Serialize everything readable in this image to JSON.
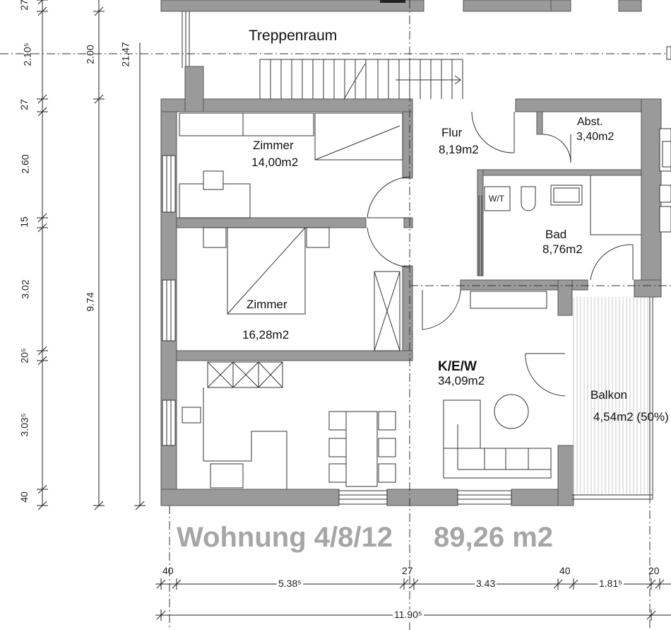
{
  "rooms": {
    "stair": {
      "name": "Treppenraum"
    },
    "room1": {
      "name": "Zimmer",
      "area": "14,00m2"
    },
    "room2": {
      "name": "Zimmer",
      "area": "16,28m2"
    },
    "hall": {
      "name": "Flur",
      "area": "8,19m2"
    },
    "storage": {
      "name": "Abst.",
      "area": "3,40m2"
    },
    "bath": {
      "name": "Bad",
      "area": "8,76m2",
      "wc": "W/T"
    },
    "living": {
      "name": "K/E/W",
      "area": "34,09m2"
    },
    "balcony": {
      "name": "Balkon",
      "area": "4,54m2 (50%)"
    }
  },
  "apartment": {
    "label": "Wohnung 4/8/12",
    "area": "89,26 m2"
  },
  "dims_left": [
    "27",
    "2.10⁵",
    "27",
    "2.60",
    "15",
    "3.02",
    "20⁵",
    "3.03⁵",
    "40"
  ],
  "dims_mid": [
    "2.00",
    "9.74"
  ],
  "dims_outer": [
    "21.47"
  ],
  "dims_bottom": {
    "top": [
      "40",
      "27",
      "40",
      "20"
    ],
    "row1": [
      "5.38⁵",
      "3.43",
      "1.81⁵"
    ],
    "row2": [
      "11.90⁵"
    ]
  },
  "colors": {
    "wall": "#9a9a9a",
    "wall_stroke": "#555555",
    "line": "#222222",
    "label_grey": "#a6a6a6"
  }
}
